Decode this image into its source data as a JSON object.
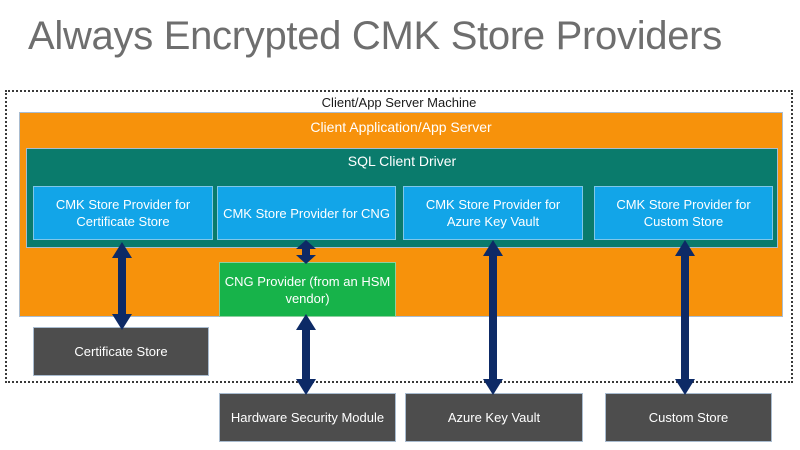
{
  "title": "Always Encrypted CMK Store Providers",
  "colors": {
    "title": "#6e6e6e",
    "client_app": "#F7920B",
    "sql_driver": "#0A7B6C",
    "provider": "#12A5E8",
    "cng_provider": "#17B34A",
    "store": "#4D4D4D",
    "arrow": "#0D2A66",
    "boundary": "#3a3a3a"
  },
  "diagram": {
    "machine": {
      "label": "Client/App Server Machine"
    },
    "client_app": {
      "label": "Client Application/App Server"
    },
    "sql_driver": {
      "label": "SQL Client Driver"
    },
    "providers": [
      {
        "key": "certificate-store",
        "label": "CMK Store Provider for Certificate Store"
      },
      {
        "key": "cng",
        "label": "CMK Store Provider for CNG"
      },
      {
        "key": "azure-key-vault",
        "label": "CMK Store Provider for Azure Key Vault"
      },
      {
        "key": "custom-store",
        "label": "CMK Store Provider for Custom Store"
      }
    ],
    "cng_provider": {
      "label": "CNG Provider (from an HSM vendor)"
    },
    "stores": [
      {
        "key": "certificate-store",
        "label": "Certificate Store"
      },
      {
        "key": "hardware-security-module",
        "label": "Hardware Security Module"
      },
      {
        "key": "azure-key-vault",
        "label": "Azure Key Vault"
      },
      {
        "key": "custom-store",
        "label": "Custom Store"
      }
    ],
    "connectors": [
      {
        "key": "cert-provider-to-cert-store",
        "style": "double-headed-vertical"
      },
      {
        "key": "cng-provider-to-cng-module",
        "style": "double-headed-vertical"
      },
      {
        "key": "cng-module-to-hsm",
        "style": "double-headed-vertical"
      },
      {
        "key": "akv-provider-to-akv",
        "style": "double-headed-vertical"
      },
      {
        "key": "custom-provider-to-custom-store",
        "style": "double-headed-vertical"
      }
    ]
  }
}
